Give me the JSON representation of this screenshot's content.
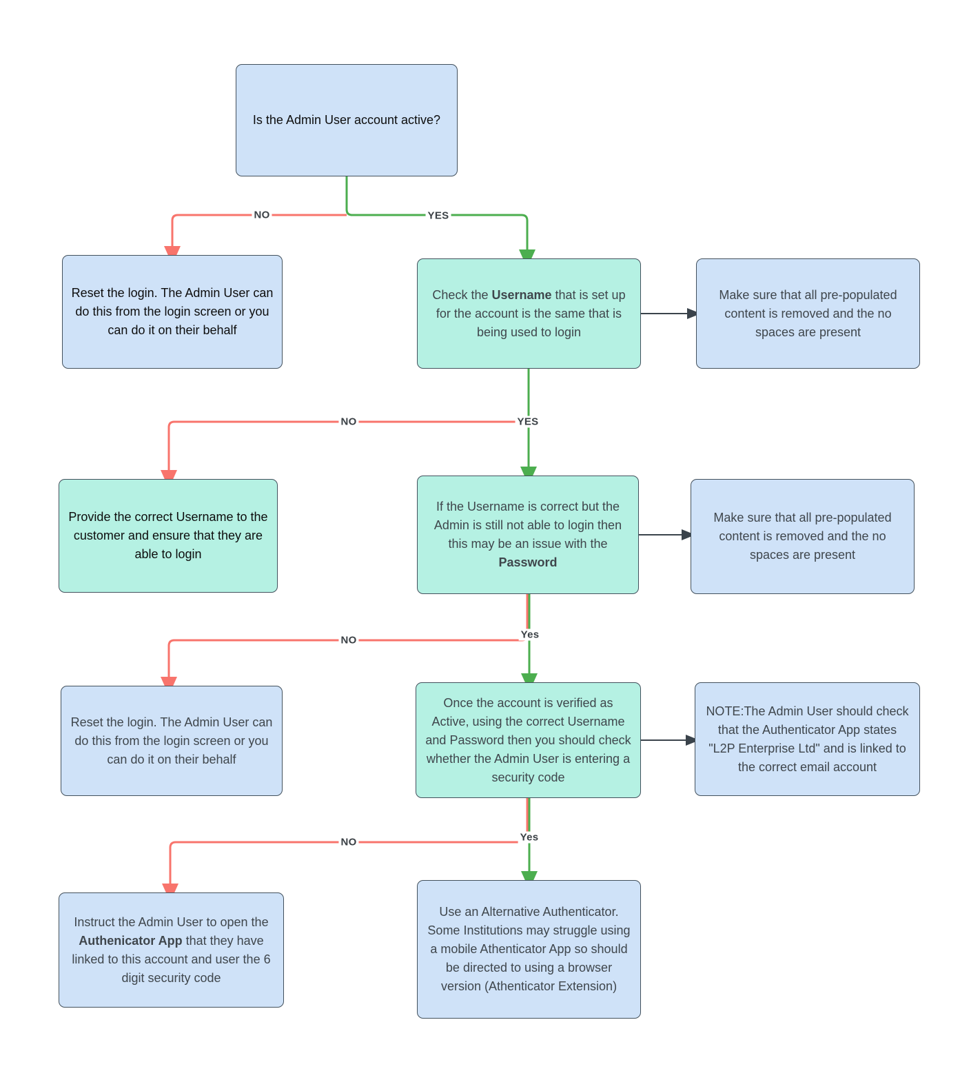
{
  "colors": {
    "node_blue_fill": "#cfe2f8",
    "node_teal_fill": "#b5f1e3",
    "node_border": "#42505c",
    "edge_no": "#f8746c",
    "edge_yes": "#4cae4f",
    "edge_neutral": "#3a434b",
    "text_dark": "#3f464c",
    "text_black": "#0d0d0d",
    "label_text": "#3a4045"
  },
  "nodes": {
    "q_active": {
      "parts": [
        {
          "text": "Is the Admin User account active?"
        }
      ]
    },
    "reset_login_1": {
      "parts": [
        {
          "text": "Reset the login.  The Admin User can do this from the login screen or you can do it on their behalf"
        }
      ]
    },
    "check_username": {
      "parts": [
        {
          "text": "Check the "
        },
        {
          "text": "Username",
          "bold": true
        },
        {
          "text": " that is set up for the account is the same that is being used to login"
        }
      ]
    },
    "prepopulated_1": {
      "parts": [
        {
          "text": "Make sure that all pre-populated content is removed and the no spaces are present"
        }
      ]
    },
    "provide_username": {
      "parts": [
        {
          "text": "Provide the correct Username to the customer and ensure that they are able to login"
        }
      ]
    },
    "username_correct": {
      "parts": [
        {
          "text": "If the Username is correct but the Admin is still not able to login then this may be an issue with the "
        },
        {
          "text": "Password",
          "bold": true
        }
      ]
    },
    "prepopulated_2": {
      "parts": [
        {
          "text": "Make sure that all pre-populated content is removed and the no spaces are present"
        }
      ]
    },
    "reset_login_2": {
      "parts": [
        {
          "text": "Reset the login.  The Admin User can do this from the login screen or you can do it on their behalf"
        }
      ]
    },
    "verified_security_code": {
      "parts": [
        {
          "text": "Once the account is verified as Active, using the correct Username and Password then you should check whether the Admin User is entering a security code"
        }
      ]
    },
    "note_authenticator": {
      "parts": [
        {
          "text": "NOTE:The Admin User should check that the Authenticator App states \"L2P Enterprise Ltd\" and is linked to the correct email account"
        }
      ]
    },
    "instruct_authenticator": {
      "parts": [
        {
          "text": "Instruct the Admin User to open the "
        },
        {
          "text": "Authenicator App",
          "bold": true
        },
        {
          "text": " that they have linked to this account and user the 6 digit security code"
        }
      ]
    },
    "alternative_authenticator": {
      "parts": [
        {
          "text": "Use an Alternative Authenticator.  Some Institutions may struggle using a mobile Athenticator App so should be directed to using a browser version (Athenticator Extension)"
        }
      ]
    }
  },
  "edges": {
    "labels": {
      "row1_no": "NO",
      "row1_yes": "YES",
      "row2_no": "NO",
      "row2_yes": "YES",
      "row3_no": "NO",
      "row3_yes": "Yes",
      "row4_no": "NO",
      "row4_yes": "Yes"
    }
  }
}
